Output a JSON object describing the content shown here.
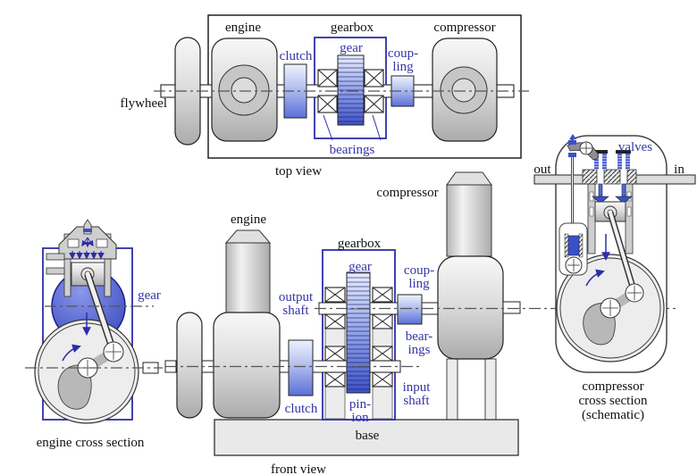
{
  "colors": {
    "label_blue": "#3434a8",
    "outline_blue": "#2d2da8",
    "component_blue": "#5b6fd8",
    "gear_blue": "#3c52c6",
    "metal_gray": "#c9c9c9",
    "background": "#ffffff"
  },
  "top_view": {
    "title": "top view",
    "engine": "engine",
    "gearbox": "gearbox",
    "compressor": "compressor",
    "flywheel": "flywheel",
    "clutch": "clutch",
    "gear": "gear",
    "coupling_line1": "coup-",
    "coupling_line2": "ling",
    "bearings": "bearings"
  },
  "front_view": {
    "title": "front view",
    "engine": "engine",
    "gearbox": "gearbox",
    "compressor": "compressor",
    "gear": "gear",
    "output_shaft_line1": "output",
    "output_shaft_line2": "shaft",
    "coupling_line1": "coup-",
    "coupling_line2": "ling",
    "bearings_line1": "bear-",
    "bearings_line2": "ings",
    "input_shaft_line1": "input",
    "input_shaft_line2": "shaft",
    "pinion_line1": "pin-",
    "pinion_line2": "ion",
    "clutch": "clutch",
    "base": "base"
  },
  "engine_cross_section": {
    "title": "engine cross section",
    "gear": "gear"
  },
  "compressor_cross_section": {
    "title_line1": "compressor",
    "title_line2": "cross section",
    "title_line3": "(schematic)",
    "valves": "valves",
    "out": "out",
    "in": "in"
  }
}
